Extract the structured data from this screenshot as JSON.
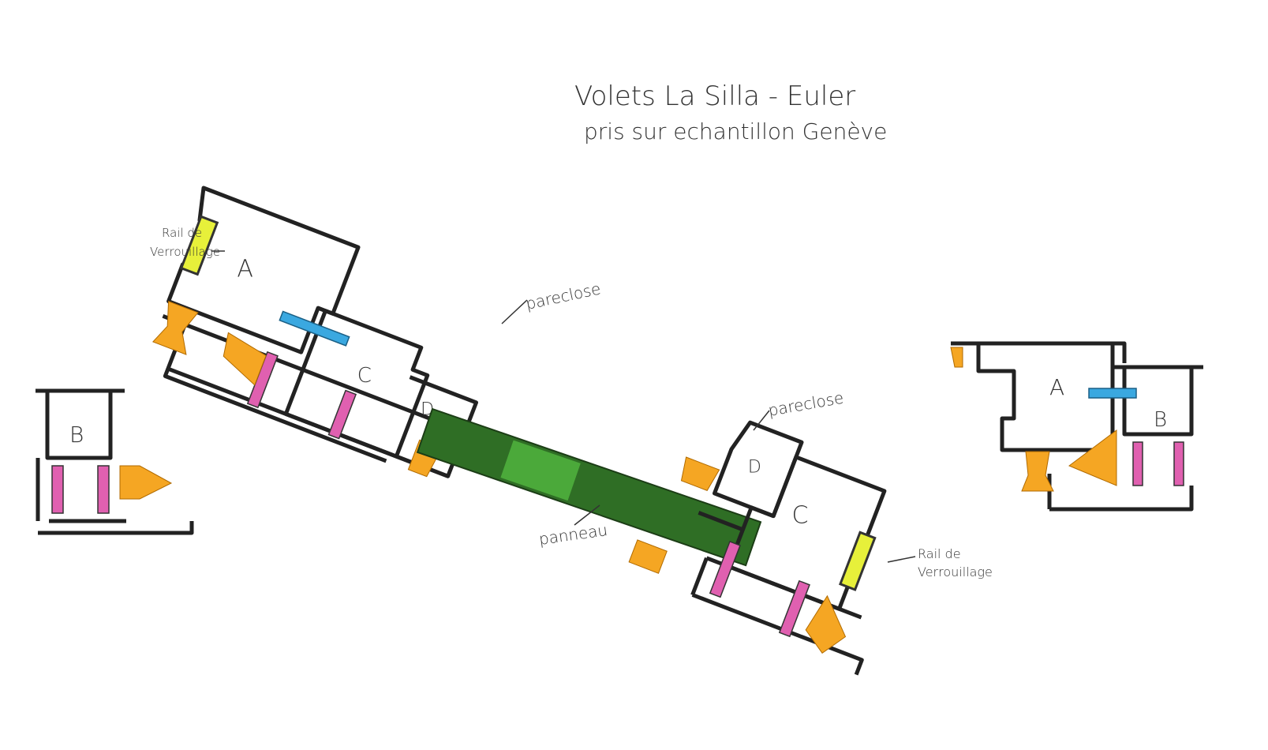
{
  "title": {
    "line1": "Volets  La Silla - Euler",
    "line2": "pris sur echantillon Genève"
  },
  "labels": {
    "rail_left_1": "Rail de",
    "rail_left_2": "Verrouillage",
    "rail_right_1": "Rail de",
    "rail_right_2": "Verrouillage",
    "pareclose_top": "pareclose",
    "pareclose_bottom": "pareclose",
    "panneau": "panneau",
    "profile_a": "A",
    "profile_b": "B",
    "profile_c": "C",
    "profile_d": "D"
  },
  "colors": {
    "gasket": "#f5a623",
    "thermal_bar": "#e060b0",
    "rail": "#e7f03a",
    "panel": "#2f6e25",
    "screw": "#3aa8e0",
    "outline": "#222222"
  }
}
